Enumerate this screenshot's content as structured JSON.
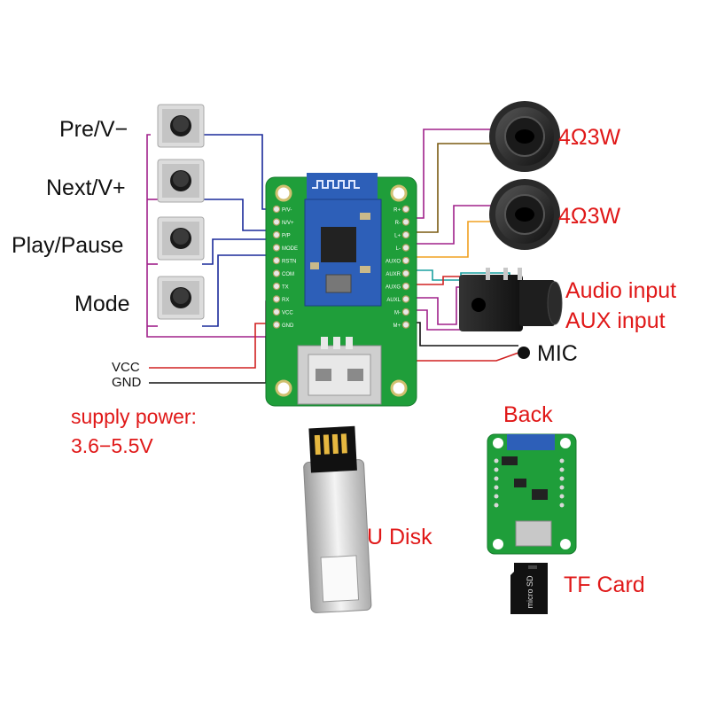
{
  "buttons": [
    {
      "label": "Pre/V−"
    },
    {
      "label": "Next/V+"
    },
    {
      "label": "Play/Pause"
    },
    {
      "label": "Mode"
    }
  ],
  "speakers": [
    {
      "label": "4Ω3W"
    },
    {
      "label": "4Ω3W"
    }
  ],
  "audio_input": {
    "line1": "Audio input",
    "line2": "AUX input"
  },
  "mic": {
    "label": "MIC"
  },
  "power_pins": {
    "vcc": "VCC",
    "gnd": "GND"
  },
  "supply": {
    "line1": "supply power:",
    "line2": "3.6−5.5V"
  },
  "usb_disk": {
    "label": "U Disk"
  },
  "back_board": {
    "label": "Back"
  },
  "tf_card": {
    "label": "TF Card",
    "chip_text": "micro SD"
  },
  "board": {
    "left_pins": [
      "P/V-",
      "N/V+",
      "P/P",
      "MODE",
      "RSTN",
      "COM",
      "TX",
      "RX",
      "VCC",
      "GND"
    ],
    "right_pins": [
      "R+",
      "R-",
      "L+",
      "L-",
      "AUXO",
      "AUXR",
      "AUXG",
      "AUXL",
      "M-",
      "M+"
    ]
  },
  "colors": {
    "label_red": "#e01818",
    "pcb_green": "#1f9e3a",
    "module_blue": "#2d5fb8",
    "wire_blue": "#1a2a9a",
    "wire_purple": "#a0208a",
    "wire_brown": "#7a5a10",
    "wire_orange": "#f0a020",
    "wire_teal": "#1aa0a0",
    "wire_red": "#d02020",
    "wire_black": "#111111"
  }
}
